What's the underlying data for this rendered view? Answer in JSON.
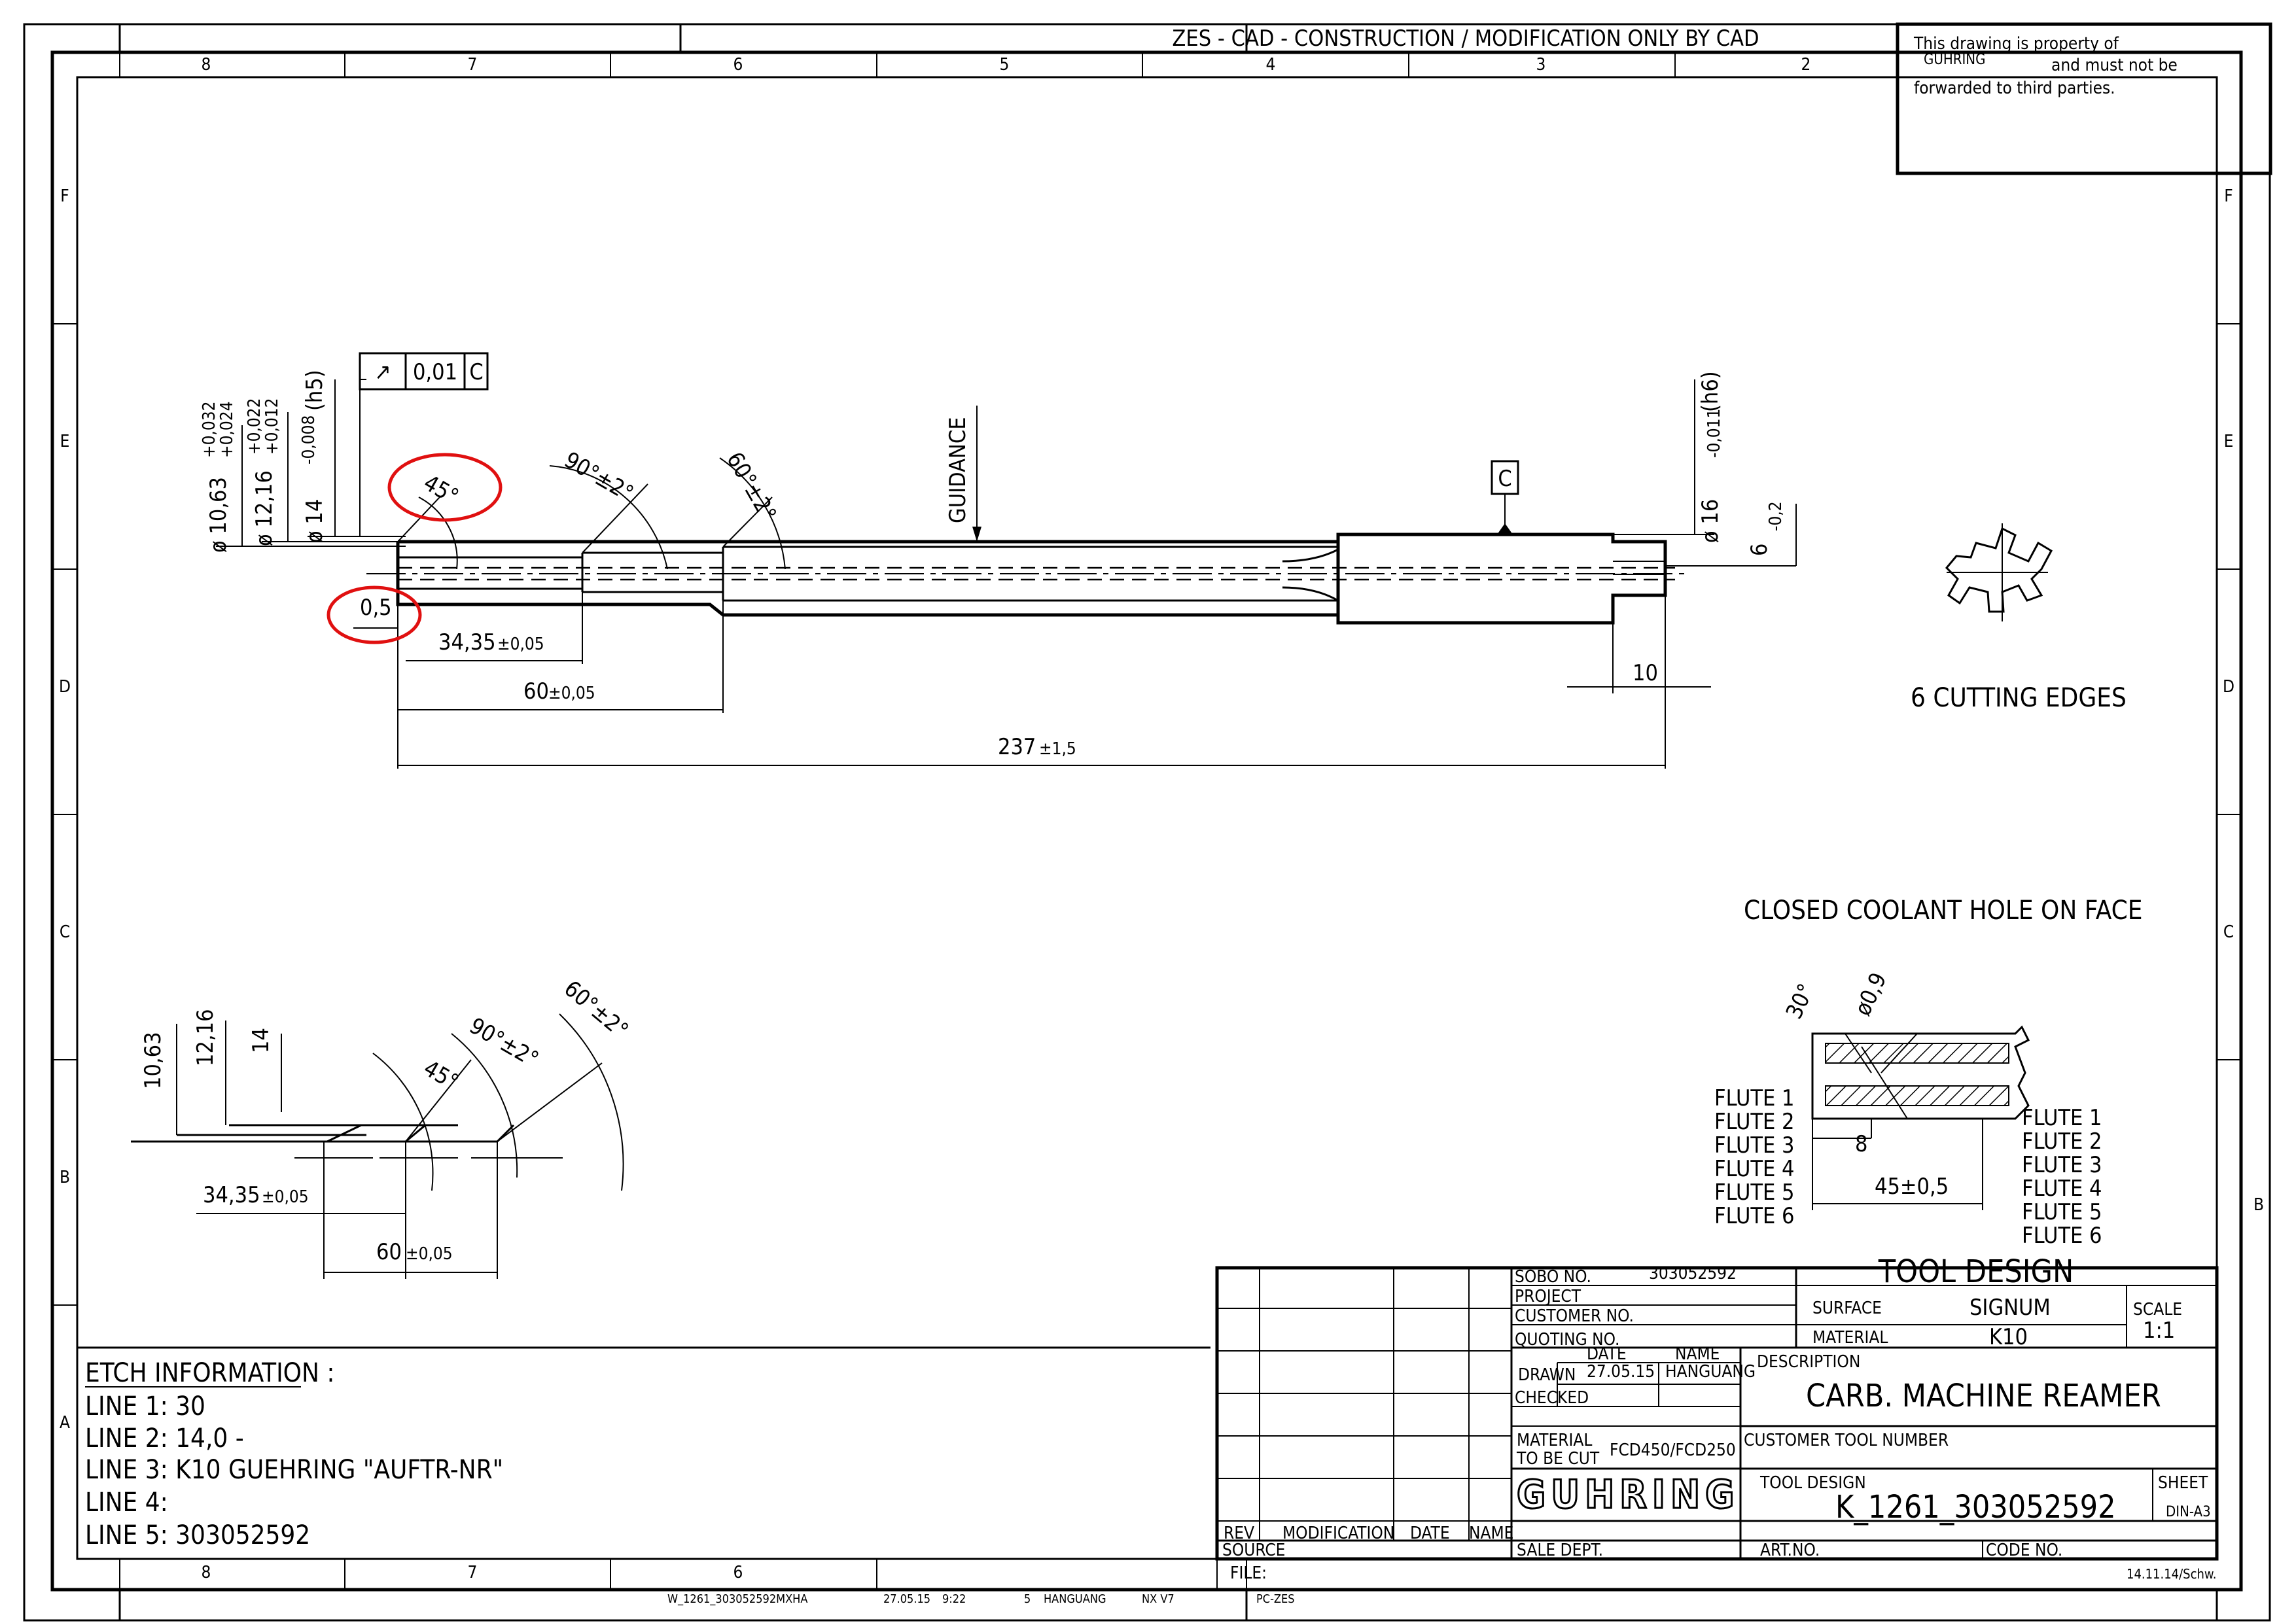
{
  "header": {
    "zes_notice": "ZES - CAD - CONSTRUCTION / MODIFICATION ONLY BY CAD",
    "property_line1": "This drawing is property of",
    "property_company": "GUHRING",
    "property_line2": "and must not be",
    "property_line3": "forwarded to third parties."
  },
  "grid": {
    "columns_top": [
      "8",
      "7",
      "6",
      "5",
      "4",
      "3",
      "2"
    ],
    "columns_bottom": [
      "8",
      "7",
      "6"
    ],
    "rows": [
      "F",
      "E",
      "D",
      "C",
      "B",
      "A"
    ]
  },
  "main_view": {
    "tir_symbol": "↗",
    "tir_value": "0,01",
    "tir_datum": "C",
    "dim_d1": "ø 10,63",
    "dim_d1_tol_upper": "+0,032",
    "dim_d1_tol_lower": "+0,024",
    "dim_d2": "ø 12,16",
    "dim_d2_tol_upper": "+0,022",
    "dim_d2_tol_lower": "+0,012",
    "dim_d3": "ø 14",
    "dim_d3_tol": "-0,008",
    "dim_d3_fit": "(h5)",
    "angle_45": "45°",
    "angle_90": "90°±2°",
    "angle_60": "60°±2°",
    "guidance": "GUIDANCE",
    "datum_c": "C",
    "dim_shank": "ø 16",
    "dim_shank_tol": "-0,011",
    "dim_shank_fit": "(h6)",
    "dim_6": "6",
    "dim_6_tol": "-0,2",
    "dim_05": "0,5",
    "dim_3435": "34,35",
    "dim_3435_tol": "±0,05",
    "dim_60": "60",
    "dim_60_tol": "±0,05",
    "dim_10": "10",
    "dim_237": "237",
    "dim_237_tol": "±1,5",
    "cutting_edges": "6 CUTTING EDGES",
    "closed_coolant": "CLOSED COOLANT HOLE ON FACE"
  },
  "detail_view": {
    "d1": "10,63",
    "d2": "12,16",
    "d3": "14",
    "angle_45": "45°",
    "angle_90": "90°±2°",
    "angle_60": "60°±2°",
    "dim_3435": "34,35",
    "dim_3435_tol": "±0,05",
    "dim_60": "60",
    "dim_60_tol": "±0,05"
  },
  "coolant_view": {
    "angle_30": "30°",
    "dia_09": "ø0,9",
    "dim_8": "8",
    "dim_45": "45±0,5",
    "flutes_left": [
      "FLUTE 1",
      "FLUTE 2",
      "FLUTE 3",
      "FLUTE 4",
      "FLUTE 5",
      "FLUTE 6"
    ],
    "flutes_right": [
      "FLUTE 1",
      "FLUTE 2",
      "FLUTE 3",
      "FLUTE 4",
      "FLUTE 5",
      "FLUTE 6"
    ]
  },
  "etch": {
    "title": "ETCH INFORMATION :",
    "lines": [
      "LINE 1:  30",
      "LINE 2:  14,0 -",
      "LINE 3:  K10 GUEHRING \"AUFTR-NR\"",
      "LINE 4:",
      "LINE 5:  303052592"
    ]
  },
  "title_block": {
    "sobo_label": "SOBO NO.",
    "sobo_value": "303052592",
    "project_label": "PROJECT",
    "customer_no_label": "CUSTOMER NO.",
    "quoting_label": "QUOTING NO.",
    "date_label": "DATE",
    "name_label": "NAME",
    "drawn_label": "DRAWN",
    "drawn_date": "27.05.15",
    "drawn_name": "HANGUANG",
    "checked_label": "CHECKED",
    "material_cut_label1": "MATERIAL",
    "material_cut_label2": "TO BE CUT",
    "material_cut_value": "FCD450/FCD250",
    "logo": "GUHRING",
    "sale_dept": "SALE DEPT.",
    "tool_design_header": "TOOL DESIGN",
    "surface_label": "SURFACE",
    "surface_value": "SIGNUM",
    "material_label": "MATERIAL",
    "material_value": "K10",
    "scale_label": "SCALE",
    "scale_value": "1:1",
    "description_label": "DESCRIPTION",
    "description_value": "CARB. MACHINE REAMER",
    "customer_tool_label": "CUSTOMER TOOL NUMBER",
    "tool_design_label": "TOOL DESIGN",
    "tool_design_value": "K_1261_303052592",
    "sheet_label": "SHEET",
    "sheet_value": "DIN-A3",
    "art_no_label": "ART.NO.",
    "code_no_label": "CODE NO.",
    "rev_label": "REV",
    "modification_label": "MODIFICATION",
    "date2_label": "DATE",
    "name2_label": "NAME",
    "source_label": "SOURCE",
    "file_label": "FILE:",
    "footer_stamp": "14.11.14/Schw."
  },
  "bottom_strip": {
    "filename": "W_1261_303052592MXHA",
    "date": "27.05.15",
    "time": "9:22",
    "num": "5",
    "user": "HANGUANG",
    "cad": "NX V7",
    "pczes": "PC-ZES"
  }
}
